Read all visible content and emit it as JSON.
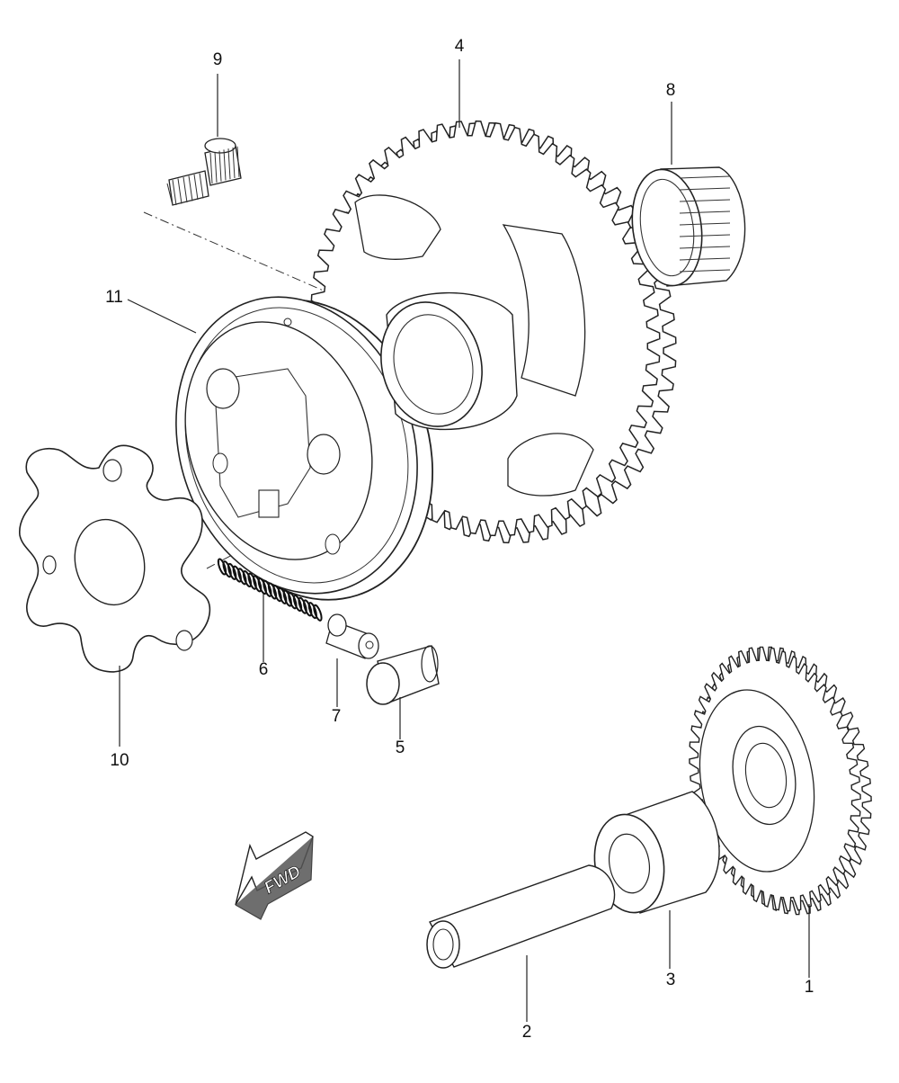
{
  "callouts": {
    "p1": "1",
    "p2": "2",
    "p3": "3",
    "p4": "4",
    "p5": "5",
    "p6": "6",
    "p7": "7",
    "p8": "8",
    "p9": "9",
    "p10": "10",
    "p11": "11"
  },
  "fwd_label": "FWD"
}
